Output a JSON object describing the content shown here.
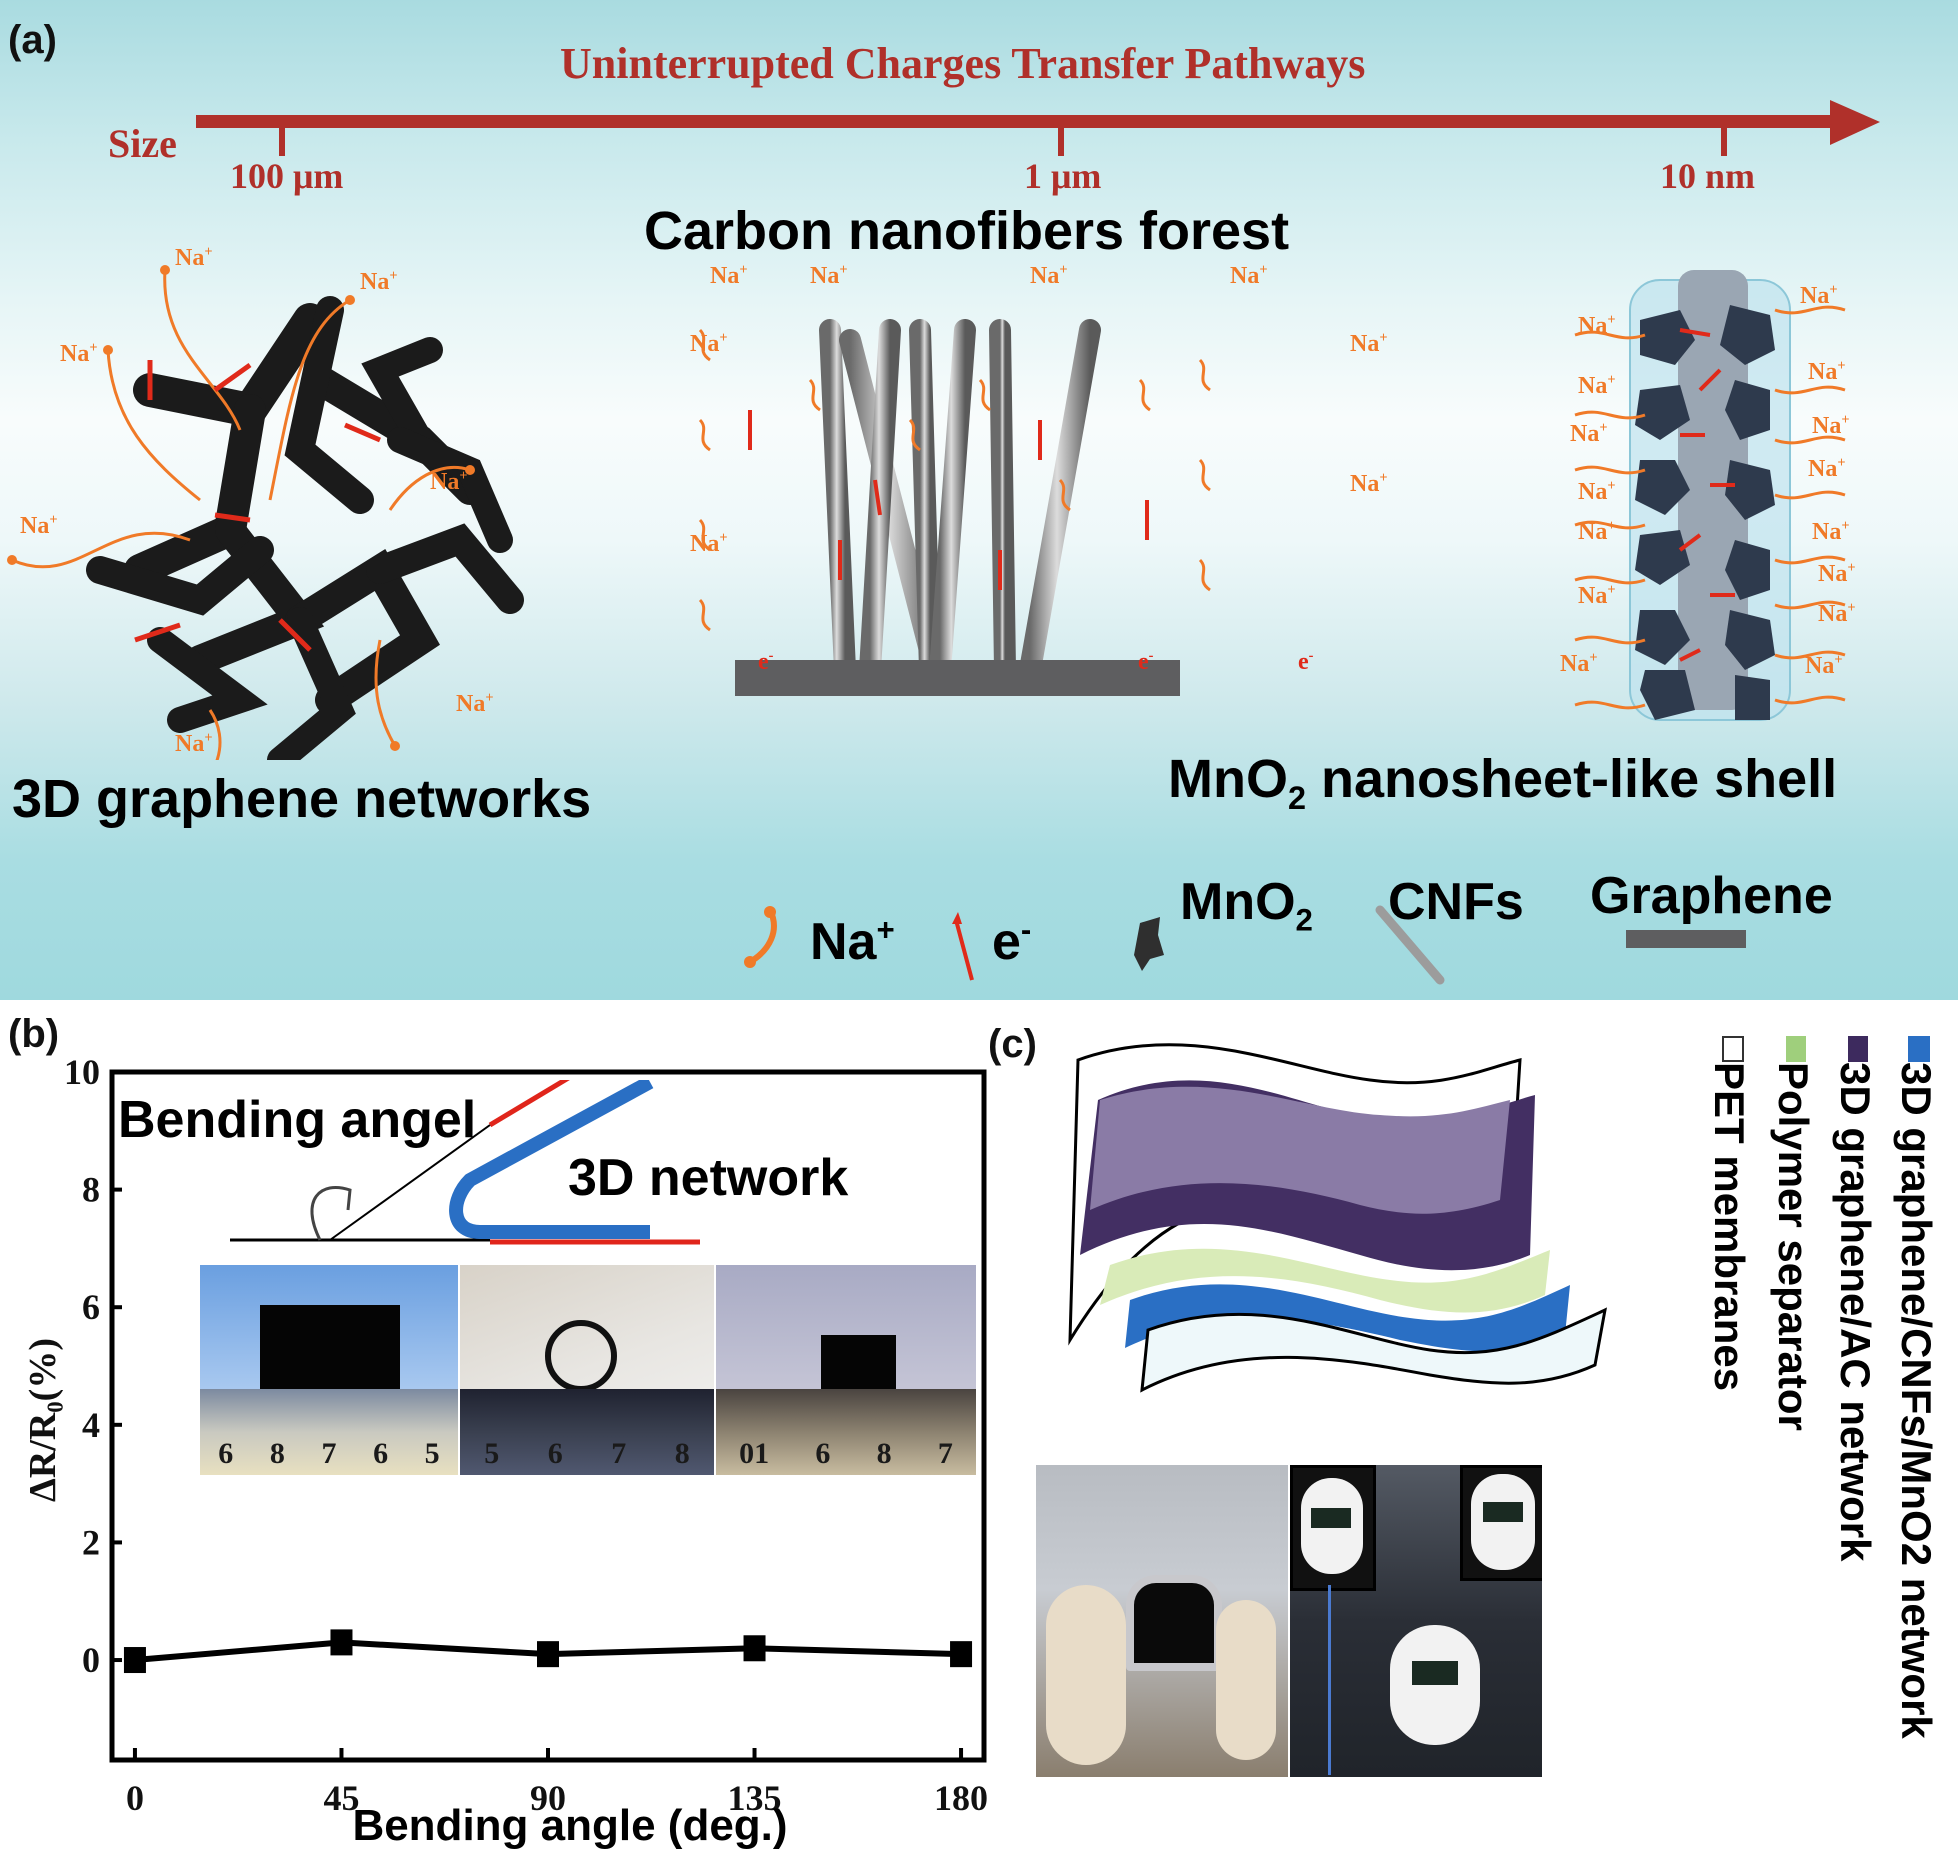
{
  "panel_a": {
    "label": "(a)",
    "title": "Uninterrupted Charges Transfer Pathways",
    "axis_label": "Size",
    "scale_ticks": [
      "100 μm",
      "1 μm",
      "10 nm"
    ],
    "sections": [
      {
        "caption": "3D graphene networks"
      },
      {
        "caption": "Carbon nanofibers forest"
      },
      {
        "caption_main": "MnO",
        "caption_sub": "2",
        "caption_rest": " nanosheet-like shell"
      }
    ],
    "ion_label": "Na",
    "ion_charge": "+",
    "electron_label": "e",
    "electron_charge": "-",
    "legend": {
      "na": {
        "label": "Na",
        "sup": "+"
      },
      "e": {
        "label": "e",
        "sup": "-"
      },
      "mno2": {
        "label": "MnO",
        "sub": "2"
      },
      "cnfs": {
        "label": "CNFs"
      },
      "graphene": {
        "label": "Graphene"
      }
    },
    "colors": {
      "title": "#b0302a",
      "ion": "#f07a28",
      "electron": "#e02a1a",
      "graphene_bar": "#5e5e60"
    }
  },
  "panel_b": {
    "label": "(b)",
    "inset_labels": {
      "bending": "Bending angel",
      "network": "3D network"
    },
    "photo_ruler_numbers": [
      [
        "6",
        "8",
        "7",
        "6",
        "5"
      ],
      [
        "5",
        "6",
        "7",
        "8"
      ],
      [
        "01",
        "6",
        "8",
        "7"
      ]
    ]
  },
  "panel_c": {
    "label": "(c)",
    "legend": [
      {
        "label": "3D graphene/CNFs/MnO2 network",
        "color": "#2a6fc4"
      },
      {
        "label": "3D graphene/AC network",
        "color": "#3d2a5e"
      },
      {
        "label": "Polymer separator",
        "color": "#9fcf7c"
      },
      {
        "label": "PET membranes",
        "color": "#ffffff"
      }
    ],
    "layer_colors": {
      "top": "#8a7ba6",
      "second": "#432f63",
      "third": "#d9ebb8",
      "fourth": "#2a6fc4",
      "bottom": "#eef8fa"
    }
  },
  "chart_data": {
    "type": "line",
    "title": "",
    "xlabel": "Bending  angle (deg.)",
    "ylabel": "ΔR/R₀(%)",
    "x": [
      0,
      45,
      90,
      135,
      180
    ],
    "series": [
      {
        "name": "ΔR/R0",
        "values": [
          0.0,
          0.3,
          0.1,
          0.2,
          0.1
        ],
        "marker": "square"
      }
    ],
    "xticks": [
      "0",
      "45",
      "90",
      "135",
      "180"
    ],
    "yticks": [
      "0",
      "2",
      "4",
      "6",
      "8",
      "10"
    ],
    "xlim": [
      -5,
      185
    ],
    "ylim": [
      -1.7,
      10
    ],
    "grid": false,
    "legend": "none"
  }
}
